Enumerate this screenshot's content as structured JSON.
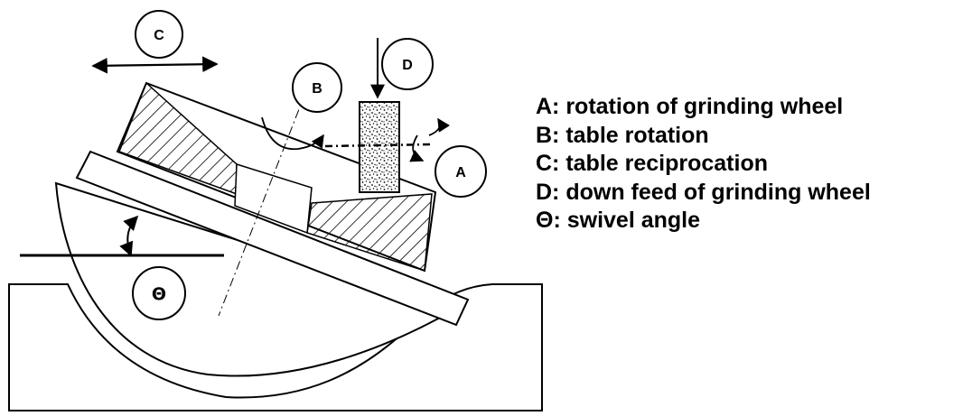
{
  "diagram": {
    "labels": {
      "a": "A",
      "b": "B",
      "c": "C",
      "d": "D",
      "theta": "Θ"
    }
  },
  "legend": {
    "items": [
      "A: rotation of grinding wheel",
      "B: table rotation",
      "C: table reciprocation",
      "D: down feed of grinding wheel",
      "Θ: swivel angle"
    ]
  }
}
